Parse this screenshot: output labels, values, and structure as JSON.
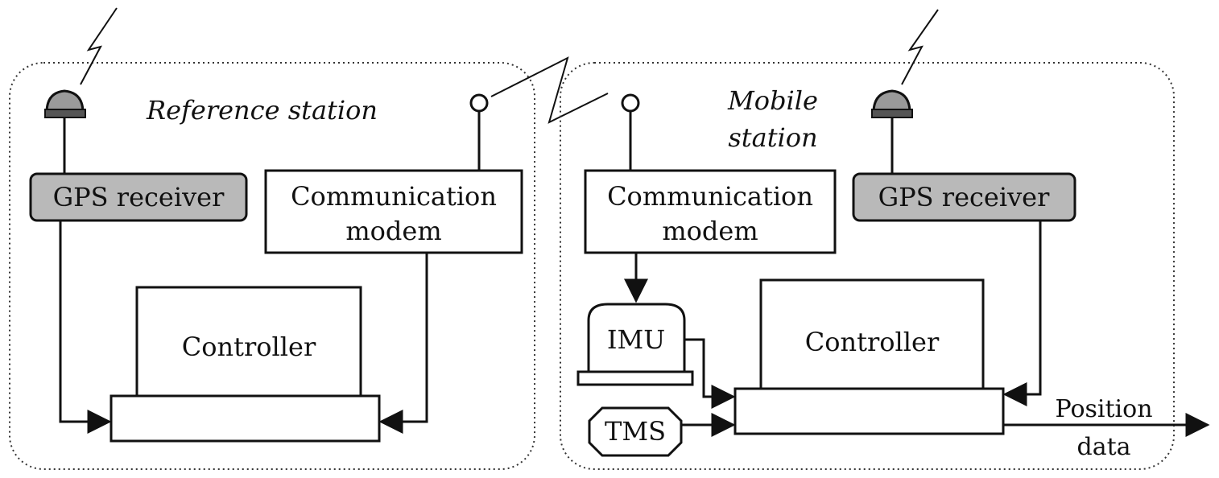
{
  "reference_station": {
    "title": "Reference station",
    "gps_receiver": "GPS receiver",
    "comm_modem_line1": "Communication",
    "comm_modem_line2": "modem",
    "controller": "Controller"
  },
  "mobile_station": {
    "title_line1": "Mobile",
    "title_line2": "station",
    "comm_modem_line1": "Communication",
    "comm_modem_line2": "modem",
    "gps_receiver": "GPS receiver",
    "imu": "IMU",
    "tms": "TMS",
    "controller": "Controller",
    "output_line1": "Position",
    "output_line2": "data"
  }
}
